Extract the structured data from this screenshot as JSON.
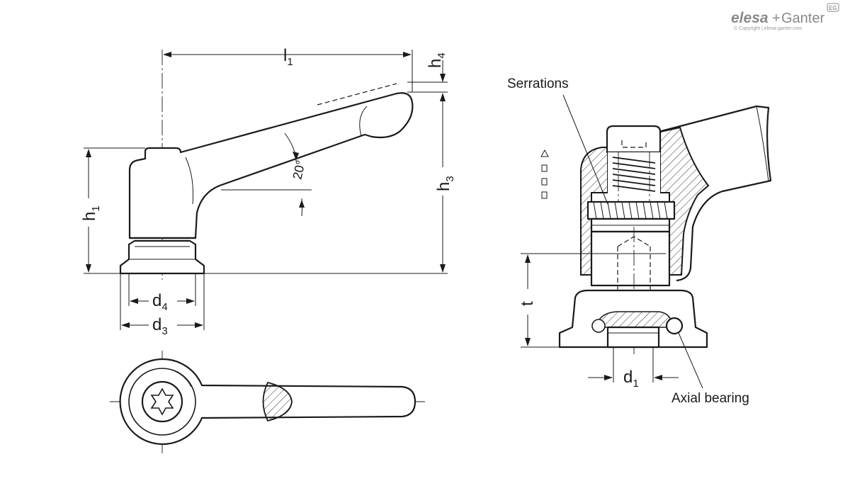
{
  "brand": {
    "name_left": "elesa",
    "name_right": "Ganter",
    "copyright": "© Copyright | elesa-ganter.com",
    "corner_mark": "EG"
  },
  "dimensions": {
    "l": "l",
    "l_sub": "1",
    "h4": "h",
    "h4_sub": "4",
    "h1": "h",
    "h1_sub": "1",
    "h3": "h",
    "h3_sub": "3",
    "d4": "d",
    "d4_sub": "4",
    "d3": "d",
    "d3_sub": "3",
    "d1": "d",
    "d1_sub": "1",
    "t": "t",
    "angle": "20°"
  },
  "callouts": {
    "serrations": "Serrations",
    "axial_bearing": "Axial bearing"
  },
  "colors": {
    "line": "#1a1a1a",
    "brand": "#8a8a8a",
    "background": "#ffffff"
  }
}
